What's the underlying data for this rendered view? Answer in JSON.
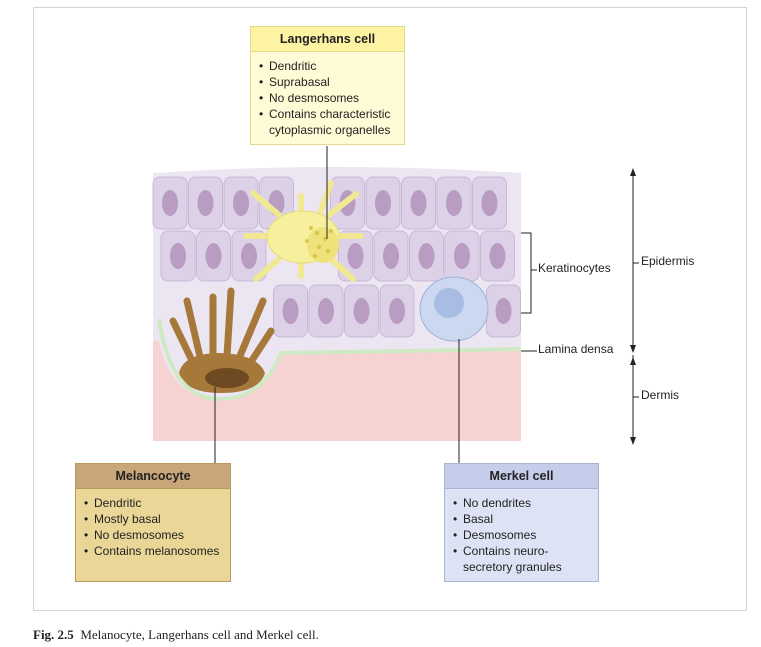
{
  "langerhans": {
    "title": "Langerhans cell",
    "items": [
      "Dendritic",
      "Suprabasal",
      "No desmosomes",
      "Contains characteristic cytoplasmic organelles"
    ]
  },
  "melanocyte": {
    "title": "Melancocyte",
    "items": [
      "Dendritic",
      "Mostly basal",
      "No desmosomes",
      "Contains melanosomes"
    ]
  },
  "merkel": {
    "title": "Merkel cell",
    "items": [
      "No dendrites",
      "Basal",
      "Desmosomes",
      "Contains neuro-secretory granules"
    ]
  },
  "labels": {
    "keratinocytes": "Keratinocytes",
    "lamina_densa": "Lamina densa",
    "epidermis": "Epidermis",
    "dermis": "Dermis"
  },
  "caption": {
    "number": "Fig. 2.5",
    "text": "Melanocyte, Langerhans cell and Merkel cell."
  },
  "colors": {
    "dermis": "#f6d2d2",
    "epidermis": "#ece6f2",
    "keratinocyte": "#ddd1e7",
    "nucleus": "#b89cc2",
    "langerhans": "#f5ef9e",
    "melanocyte": "#a6783a",
    "merkel": "#cbd8f0",
    "lamina_densa": "#cfe9c4"
  }
}
